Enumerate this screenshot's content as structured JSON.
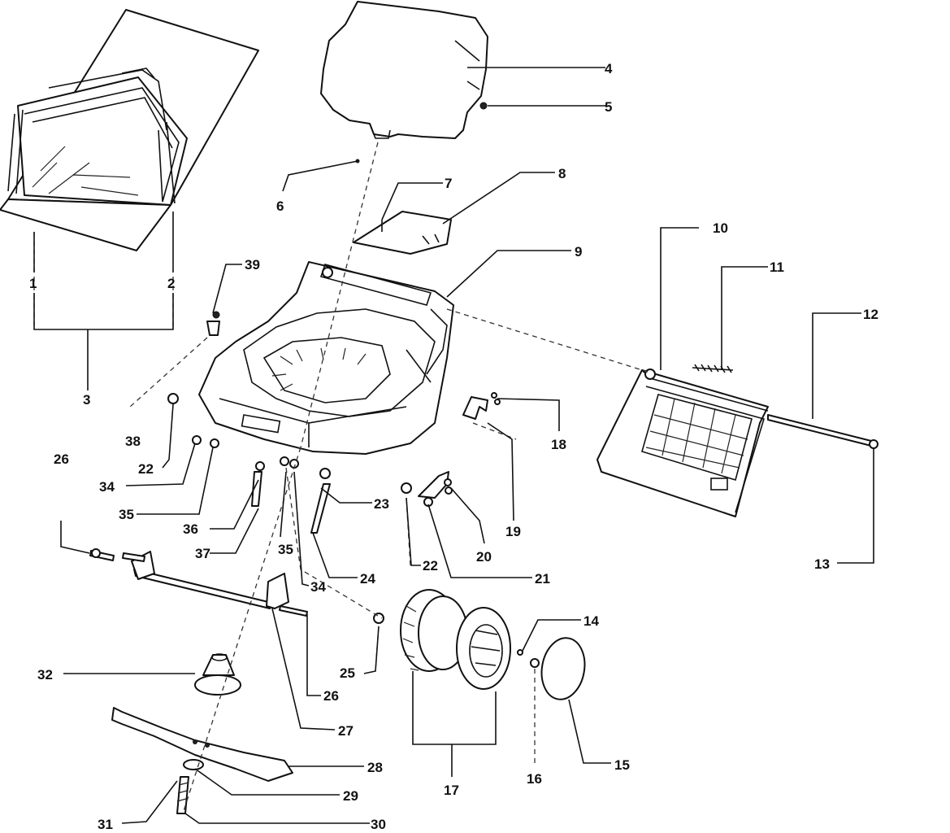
{
  "labels": {
    "p1": "1",
    "p2": "2",
    "p3": "3",
    "p4": "4",
    "p5": "5",
    "p6": "6",
    "p7": "7",
    "p8": "8",
    "p9": "9",
    "p10": "10",
    "p11": "11",
    "p12": "12",
    "p13": "13",
    "p14": "14",
    "p15": "15",
    "p16": "16",
    "p17": "17",
    "p18": "18",
    "p19": "19",
    "p20": "20",
    "p21": "21",
    "p22a": "22",
    "p22b": "22",
    "p23": "23",
    "p24": "24",
    "p25": "25",
    "p26a": "26",
    "p26b": "26",
    "p27": "27",
    "p28": "28",
    "p29": "29",
    "p30": "30",
    "p31": "31",
    "p32": "32",
    "p34a": "34",
    "p34b": "34",
    "p35a": "35",
    "p35b": "35",
    "p36": "36",
    "p37": "37",
    "p38": "38",
    "p39": "39"
  }
}
